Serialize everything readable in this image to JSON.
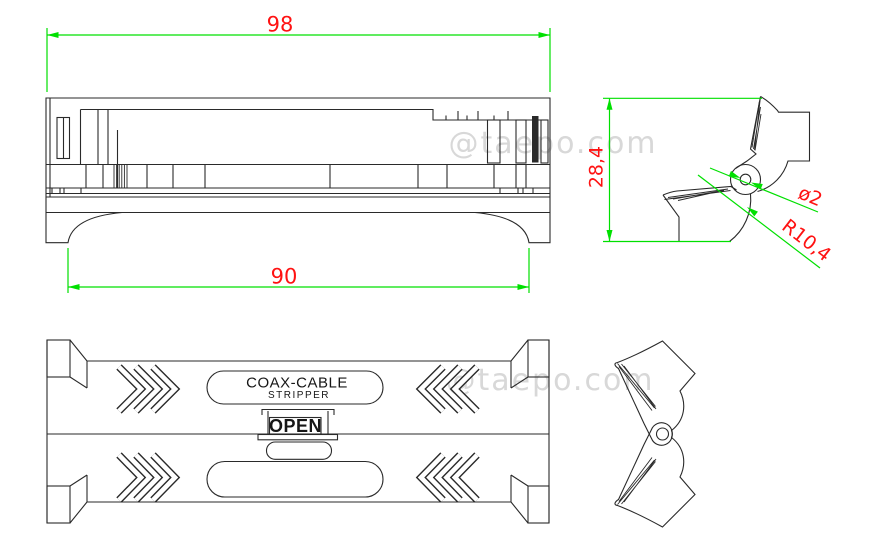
{
  "product_labels": {
    "name_line1": "COAX-CABLE",
    "name_line2": "STRIPPER",
    "open": "OPEN"
  },
  "dimensions": {
    "overall_length": "98",
    "base_span": "90",
    "overall_height": "28,4",
    "pivot_hole_diameter": "ø2",
    "hinge_radius": "R10,4"
  },
  "watermark": {
    "text": "@taepo.com"
  },
  "colors": {
    "dimension_line": "#00e000",
    "dimension_text": "#ff1212",
    "drawing_line": "#2a2a2a",
    "watermark": "#d8d8d8",
    "background": "#ffffff"
  }
}
